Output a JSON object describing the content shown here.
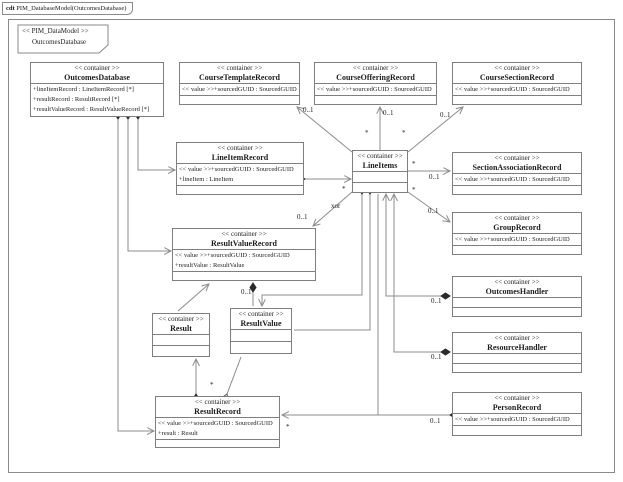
{
  "window": {
    "tab_keyword": "cdt",
    "tab_title": "PIM_DatabaseModel(OutcomesDatabase)"
  },
  "frame": {
    "stereotype": "<< PIM_DataModel >>",
    "name": "OutcomesDatabase"
  },
  "classes": [
    {
      "id": "outcomes_database",
      "stereotype": "<< container >>",
      "name": "OutcomesDatabase",
      "attributes": [
        "+lineItemRecord : LineItemRecord [*]",
        "+resultRecord : ResultRecord [*]",
        "+resultValueRecord : ResultValueRecord [*]"
      ],
      "empty_compartments": 0
    },
    {
      "id": "course_template_record",
      "stereotype": "<< container >>",
      "name": "CourseTemplateRecord",
      "attributes": [
        "<< value >>+sourcedGUID : SourcedGUID"
      ],
      "empty_compartments": 1
    },
    {
      "id": "course_offering_record",
      "stereotype": "<< container >>",
      "name": "CourseOfferingRecord",
      "attributes": [
        "<< value >>+sourcedGUID : SourcedGUID"
      ],
      "empty_compartments": 1
    },
    {
      "id": "course_section_record",
      "stereotype": "<< container >>",
      "name": "CourseSectionRecord",
      "attributes": [
        "<< value >>+sourcedGUID : SourcedGUID"
      ],
      "empty_compartments": 1
    },
    {
      "id": "line_item_record",
      "stereotype": "<< container >>",
      "name": "LineItemRecord",
      "attributes": [
        "<< value >>+sourcedGUID : SourcedGUID",
        "+lineItem : LineItem"
      ],
      "empty_compartments": 1
    },
    {
      "id": "line_items",
      "stereotype": "<< container >>",
      "name": "LineItems",
      "attributes": [],
      "empty_compartments": 2
    },
    {
      "id": "section_association_record",
      "stereotype": "<< container >>",
      "name": "SectionAssociationRecord",
      "attributes": [
        "<< value >>+sourcedGUID : SourcedGUID"
      ],
      "empty_compartments": 1
    },
    {
      "id": "group_record",
      "stereotype": "<< container >>",
      "name": "GroupRecord",
      "attributes": [
        "<< value >>+sourcedGUID : SourcedGUID"
      ],
      "empty_compartments": 1
    },
    {
      "id": "result_value_record",
      "stereotype": "<< container >>",
      "name": "ResultValueRecord",
      "attributes": [
        "<< value >>+sourcedGUID : SourcedGUID",
        "+resultValue : ResultValue"
      ],
      "empty_compartments": 1
    },
    {
      "id": "result",
      "stereotype": "<< container >>",
      "name": "Result",
      "attributes": [],
      "empty_compartments": 2
    },
    {
      "id": "result_value",
      "stereotype": "<< container >>",
      "name": "ResultValue",
      "attributes": [],
      "empty_compartments": 2
    },
    {
      "id": "outcomes_handler",
      "stereotype": "<< container >>",
      "name": "OutcomesHandler",
      "attributes": [],
      "empty_compartments": 2
    },
    {
      "id": "resource_handler",
      "stereotype": "<< container >>",
      "name": "ResourceHandler",
      "attributes": [],
      "empty_compartments": 2
    },
    {
      "id": "person_record",
      "stereotype": "<< container >>",
      "name": "PersonRecord",
      "attributes": [
        "<< value >>+sourcedGUID : SourcedGUID"
      ],
      "empty_compartments": 1
    },
    {
      "id": "result_record",
      "stereotype": "<< container >>",
      "name": "ResultRecord",
      "attributes": [
        "<< value >>+sourcedGUID : SourcedGUID",
        "+result : Result"
      ],
      "empty_compartments": 1
    }
  ],
  "edge_labels": [
    {
      "text": "0..1"
    },
    {
      "text": "0..1"
    },
    {
      "text": "0..1"
    },
    {
      "text": "*"
    },
    {
      "text": "*"
    },
    {
      "text": "*"
    },
    {
      "text": "0..1"
    },
    {
      "text": "*"
    },
    {
      "text": "0..1"
    },
    {
      "text": "*"
    },
    {
      "text": "xor"
    },
    {
      "text": "0..1"
    },
    {
      "text": "0..1"
    },
    {
      "text": "0..1"
    },
    {
      "text": "0..1"
    },
    {
      "text": "*"
    },
    {
      "text": "*"
    },
    {
      "text": "0..1"
    }
  ],
  "colors": {
    "background": "#ffffff",
    "border": "#7f7f7f",
    "connector": "#8c8c8c",
    "text": "#1c1c1c"
  }
}
